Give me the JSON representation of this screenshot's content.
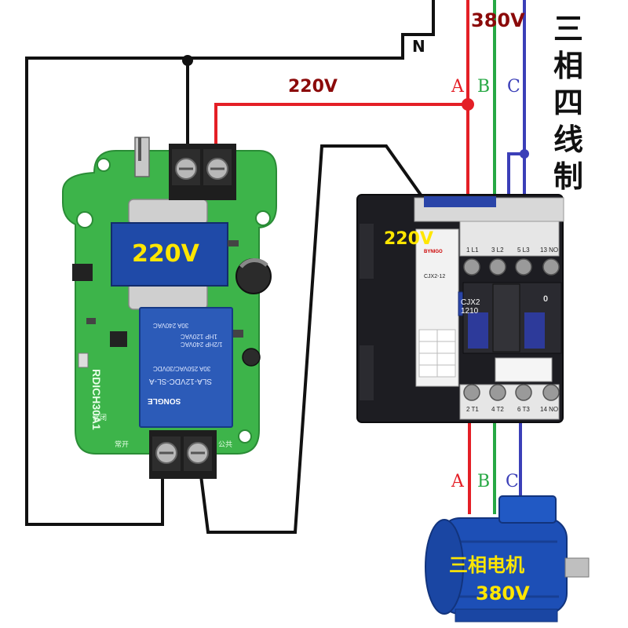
{
  "wiring": {
    "neutral_label": "N",
    "voltage_three_phase": "380V",
    "voltage_single_phase": "220V",
    "phase_labels_top": [
      "A",
      "B",
      "C"
    ],
    "phase_labels_bottom": [
      "A",
      "B",
      "C"
    ],
    "system_label_chars": [
      "三",
      "相",
      "四",
      "线",
      "制"
    ],
    "colors": {
      "phase_a": "#e41f26",
      "phase_b": "#27a844",
      "phase_c": "#3b3fb8",
      "neutral": "#111111",
      "control_220v": "#8b0a0a"
    }
  },
  "relay_module": {
    "transformer_voltage": "220V",
    "model": "RDICH30A1",
    "relay_brand": "SONGLE",
    "relay_model": "SLA-12VDC-SL-A",
    "relay_rating_1": "30A 250VAC/30VDC",
    "relay_rating_2": "1HP 120VAC",
    "relay_rating_3": "1/2HP 240VAC",
    "relay_rating_4": "30A 240VAC",
    "terminal_labels": [
      "常闭",
      "常开",
      "公共"
    ]
  },
  "contactor": {
    "coil_voltage": "220V",
    "brand": "BYNIGO",
    "model": "CJX2-12",
    "model_plate": "CJX2 1210",
    "indicator": "0",
    "top_terminals": [
      "1 L1",
      "3 L2",
      "5 L3",
      "13 NO"
    ],
    "bottom_terminals": [
      "2 T1",
      "4 T2",
      "6 T3",
      "14 NO"
    ]
  },
  "motor": {
    "label": "三相电机",
    "voltage": "380V"
  }
}
